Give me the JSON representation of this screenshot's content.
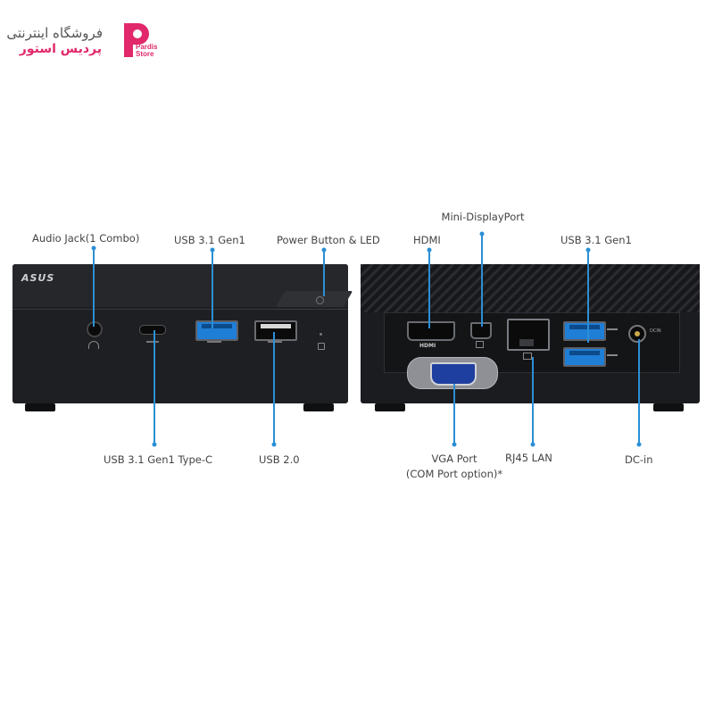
{
  "logo": {
    "name_line1": "فروشگاه اینترنتی",
    "name_line2": "پردیس استور",
    "name_en_1": "Pardis",
    "name_en_2": "Store"
  },
  "device": {
    "brand": "ASUS",
    "hdmi_text": "HDMI",
    "dcin_text": "DCIN"
  },
  "front_labels": {
    "audio": "Audio Jack(1 Combo)",
    "usb31_front": "USB 3.1 Gen1",
    "power": "Power Button & LED",
    "usb_typec": "USB 3.1 Gen1 Type-C",
    "usb20": "USB 2.0"
  },
  "back_labels": {
    "mini_dp": "Mini-DisplayPort",
    "hdmi": "HDMI",
    "usb31_back": "USB 3.1 Gen1",
    "vga_line1": "VGA Port",
    "vga_line2": "(COM Port option)*",
    "rj45": "RJ45 LAN",
    "dcin": "DC-in"
  },
  "colors": {
    "accent_line": "#2b8fd6",
    "usb3_blue": "#1f7ed6",
    "brand_pink": "#e0286a",
    "device_body": "#1c1d20"
  }
}
